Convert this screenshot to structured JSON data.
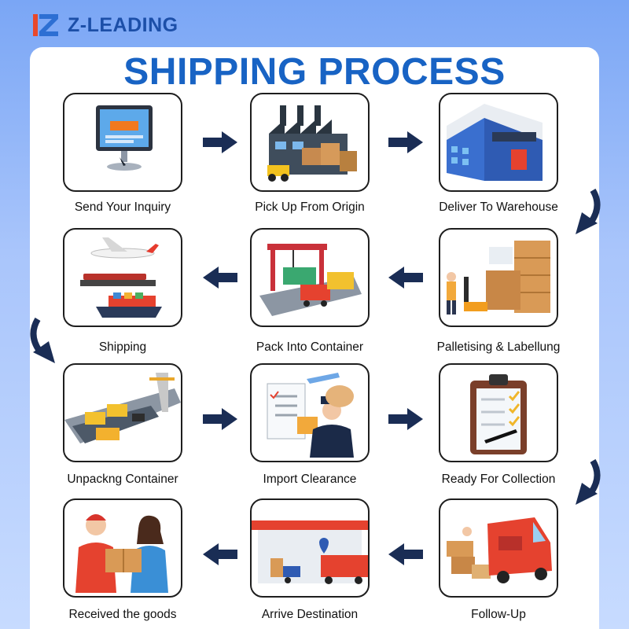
{
  "brand": {
    "name": "Z-LEADING",
    "logo_icon": "z-leading-logo-icon"
  },
  "title": "SHIPPING PROCESS",
  "colors": {
    "title": "#1863c4",
    "arrow": "#1a2d55",
    "brand": "#1c4fa8"
  },
  "steps": [
    {
      "label": "Send Your Inquiry",
      "icon": "computer-order-icon"
    },
    {
      "label": "Pick Up From Origin",
      "icon": "factory-forklift-icon"
    },
    {
      "label": "Deliver To Warehouse",
      "icon": "warehouse-icon"
    },
    {
      "label": "Palletising & Labellung",
      "icon": "pallet-jack-icon"
    },
    {
      "label": "Pack Into Container",
      "icon": "container-crane-icon"
    },
    {
      "label": "Shipping",
      "icon": "plane-train-ship-icon"
    },
    {
      "label": "Unpackng Container",
      "icon": "cargo-ship-icon"
    },
    {
      "label": "Import Clearance",
      "icon": "customs-officer-icon"
    },
    {
      "label": "Ready For Collection",
      "icon": "clipboard-checklist-icon"
    },
    {
      "label": "Follow-Up",
      "icon": "delivery-van-icon"
    },
    {
      "label": "Arrive Destination",
      "icon": "destination-warehouse-icon"
    },
    {
      "label": "Received the goods",
      "icon": "handover-package-icon"
    }
  ]
}
